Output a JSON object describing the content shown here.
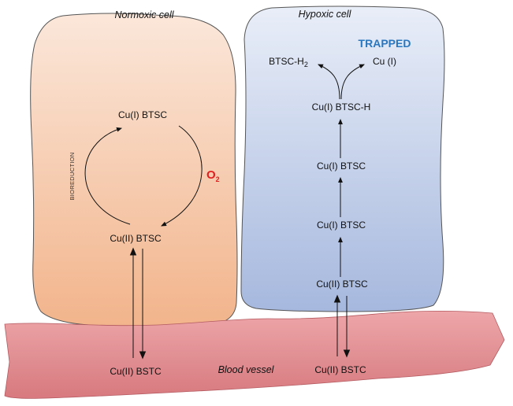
{
  "normoxic_cell": {
    "title": "Normoxic cell",
    "top_species": "Cu(I) BTSC",
    "bottom_species": "Cu(II) BTSC",
    "cycle_label": "BIOREDUCTION",
    "oxidant_symbol": "O",
    "oxidant_subscript": "2"
  },
  "hypoxic_cell": {
    "title": "Hypoxic cell",
    "trapped_label": "TRAPPED",
    "product_left_base": "BTSC-H",
    "product_left_subscript": "2",
    "product_right": "Cu (I)",
    "chain": [
      "Cu(I) BTSC-H",
      "Cu(I) BTSC",
      "Cu(I) BTSC",
      "Cu(II) BTSC"
    ]
  },
  "blood_vessel": {
    "label": "Blood vessel",
    "left_species": "Cu(II) BSTC",
    "right_species": "Cu(II) BSTC"
  },
  "colors": {
    "oxidant": "#e02020",
    "trapped": "#2a77bf",
    "normoxic_fill_top": "#fbe7da",
    "normoxic_fill_bottom": "#f2b48b",
    "hypoxic_fill_top": "#e9eef8",
    "hypoxic_fill_bottom": "#a6b8de",
    "vessel_fill_light": "#eea6a8",
    "vessel_fill_dark": "#d8797e"
  }
}
